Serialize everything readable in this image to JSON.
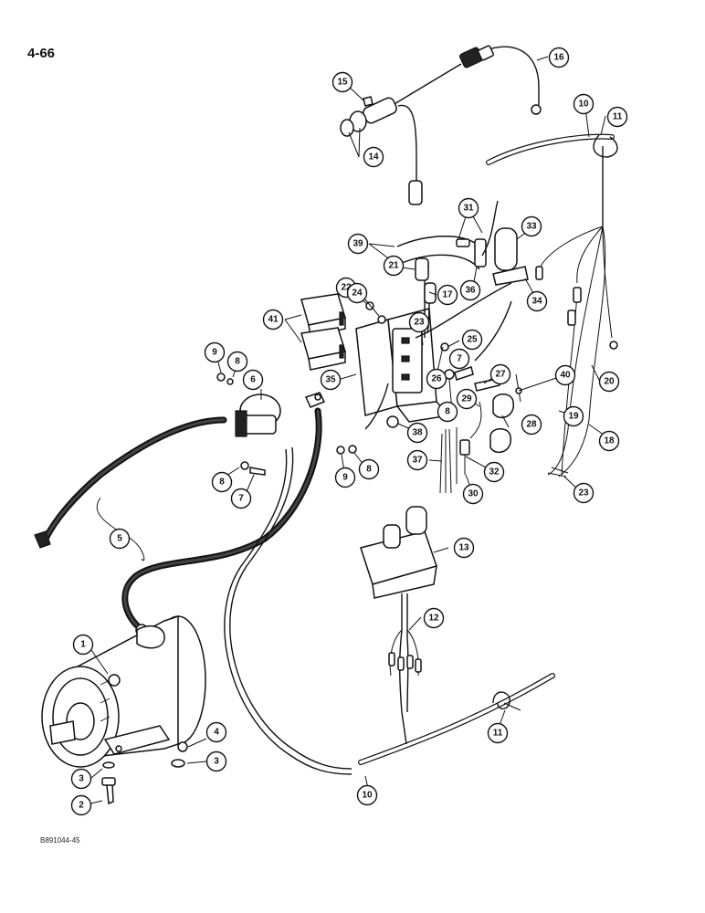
{
  "page": {
    "number": "4-66",
    "drawing_code": "B891044-45"
  },
  "callouts": [
    {
      "id": "1",
      "label": "1"
    },
    {
      "id": "2",
      "label": "2"
    },
    {
      "id": "3a",
      "label": "3"
    },
    {
      "id": "3b",
      "label": "3"
    },
    {
      "id": "4",
      "label": "4"
    },
    {
      "id": "5",
      "label": "5"
    },
    {
      "id": "6",
      "label": "6"
    },
    {
      "id": "7a",
      "label": "7"
    },
    {
      "id": "7b",
      "label": "7"
    },
    {
      "id": "8a",
      "label": "8"
    },
    {
      "id": "8b",
      "label": "8"
    },
    {
      "id": "8c",
      "label": "8"
    },
    {
      "id": "8d",
      "label": "8"
    },
    {
      "id": "9a",
      "label": "9"
    },
    {
      "id": "9b",
      "label": "9"
    },
    {
      "id": "10a",
      "label": "10"
    },
    {
      "id": "10b",
      "label": "10"
    },
    {
      "id": "11a",
      "label": "11"
    },
    {
      "id": "11b",
      "label": "11"
    },
    {
      "id": "12",
      "label": "12"
    },
    {
      "id": "13",
      "label": "13"
    },
    {
      "id": "14",
      "label": "14"
    },
    {
      "id": "15",
      "label": "15"
    },
    {
      "id": "16",
      "label": "16"
    },
    {
      "id": "17",
      "label": "17"
    },
    {
      "id": "18",
      "label": "18"
    },
    {
      "id": "19",
      "label": "19"
    },
    {
      "id": "20",
      "label": "20"
    },
    {
      "id": "21",
      "label": "21"
    },
    {
      "id": "22",
      "label": "22"
    },
    {
      "id": "23a",
      "label": "23"
    },
    {
      "id": "23b",
      "label": "23"
    },
    {
      "id": "24",
      "label": "24"
    },
    {
      "id": "25",
      "label": "25"
    },
    {
      "id": "26",
      "label": "26"
    },
    {
      "id": "27",
      "label": "27"
    },
    {
      "id": "28",
      "label": "28"
    },
    {
      "id": "29",
      "label": "29"
    },
    {
      "id": "30",
      "label": "30"
    },
    {
      "id": "31",
      "label": "31"
    },
    {
      "id": "32",
      "label": "32"
    },
    {
      "id": "33",
      "label": "33"
    },
    {
      "id": "34",
      "label": "34"
    },
    {
      "id": "35",
      "label": "35"
    },
    {
      "id": "36",
      "label": "36"
    },
    {
      "id": "37",
      "label": "37"
    },
    {
      "id": "38",
      "label": "38"
    },
    {
      "id": "39",
      "label": "39"
    },
    {
      "id": "40",
      "label": "40"
    },
    {
      "id": "41",
      "label": "41"
    }
  ]
}
